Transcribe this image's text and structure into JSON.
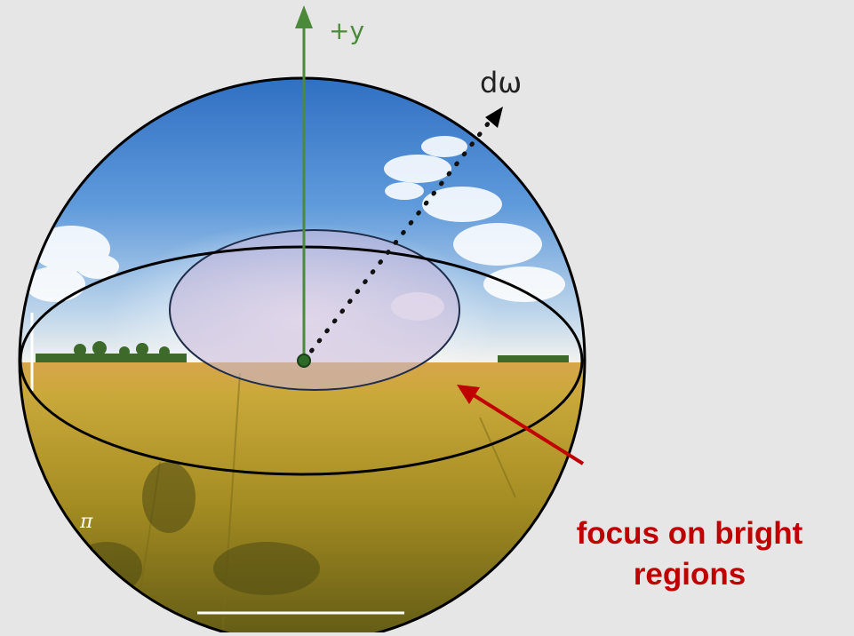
{
  "diagram": {
    "axis_label": "+y",
    "direction_label": "dω",
    "caption_lines": [
      "focus on bright",
      "regions"
    ],
    "pi_label": "π"
  },
  "colors": {
    "background": "#e6e6e6",
    "axis": "#4a8a3a",
    "caption": "#c00000",
    "arrow": "#c00000",
    "outline": "#000000",
    "sky_top": "#3a78c8",
    "sky_horizon": "#eef2f6",
    "field": "#b89a2a",
    "highlight": "#b8a6c8"
  },
  "icons": {
    "axis_arrow": "arrow-up-icon",
    "direction_arrow": "arrow-icon"
  }
}
